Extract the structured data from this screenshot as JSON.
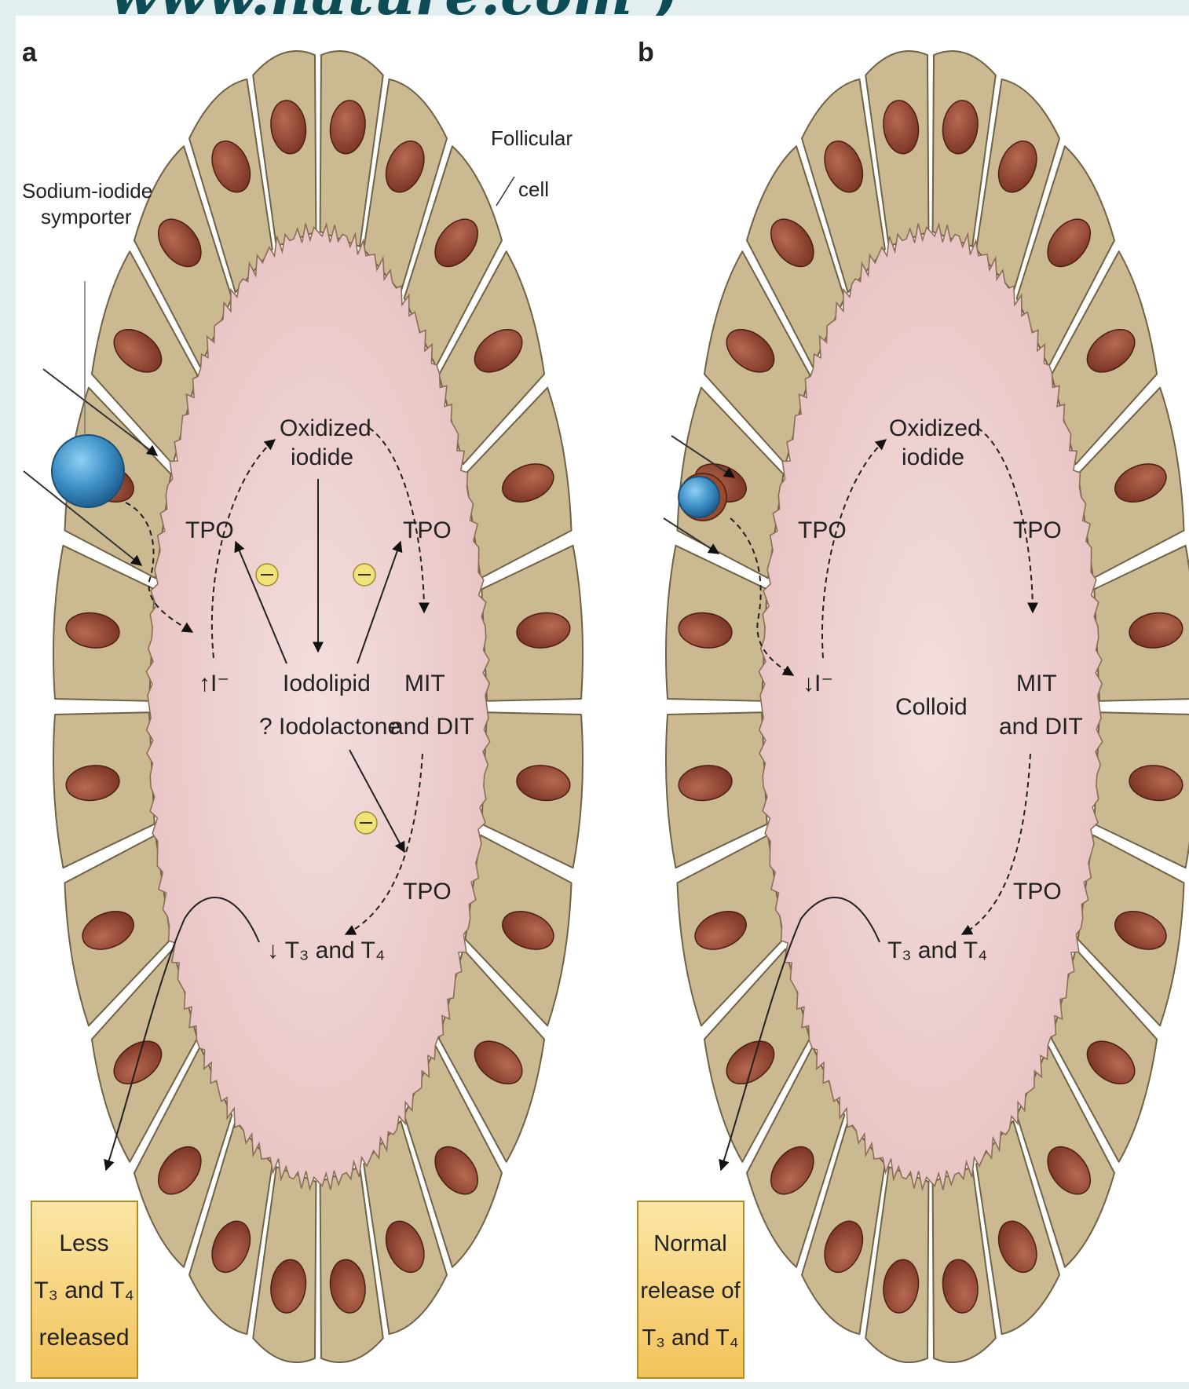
{
  "watermark": "www.nature.com )",
  "panels": [
    {
      "letter": "a",
      "center_label": "",
      "labels": {
        "symporter_line1": "Sodium-iodide",
        "symporter_line2": "symporter",
        "follicular_line1": "Follicular",
        "follicular_line2": "cell",
        "oxidized_line1": "Oxidized",
        "oxidized_line2": "iodide",
        "tpo_left": "TPO",
        "tpo_right": "TPO",
        "tpo_bottom": "TPO",
        "iodide": "↑I⁻",
        "iodolipid_line1": "Iodolipid",
        "iodolipid_line2": "? Iodolactone",
        "mit_line1": "MIT",
        "mit_line2": "and DIT",
        "t3t4": "↓ T₃ and T₄",
        "inhibit_symbol": "⊖"
      },
      "box": {
        "line1": "Less",
        "line2": "T₃ and T₄",
        "line3": "released"
      }
    },
    {
      "letter": "b",
      "center_label": "Colloid",
      "labels": {
        "oxidized_line1": "Oxidized",
        "oxidized_line2": "iodide",
        "tpo_left": "TPO",
        "tpo_right": "TPO",
        "tpo_bottom": "TPO",
        "iodide": "↓I⁻",
        "mit_line1": "MIT",
        "mit_line2": "and DIT",
        "t3t4": "T₃ and T₄"
      },
      "box": {
        "line1": "Normal",
        "line2": "release of",
        "line3": "T₃ and T₄"
      }
    }
  ],
  "colors": {
    "background": "#e3eef1",
    "cell_fill": "#cbb991",
    "cell_stroke": "#6f6246",
    "nucleus": "#8a3e2c",
    "colloid": "#edcccc",
    "symporter": "#3d8fc6",
    "box_fill": "#f6d47a",
    "inhibit_fill": "#f1e27a"
  }
}
